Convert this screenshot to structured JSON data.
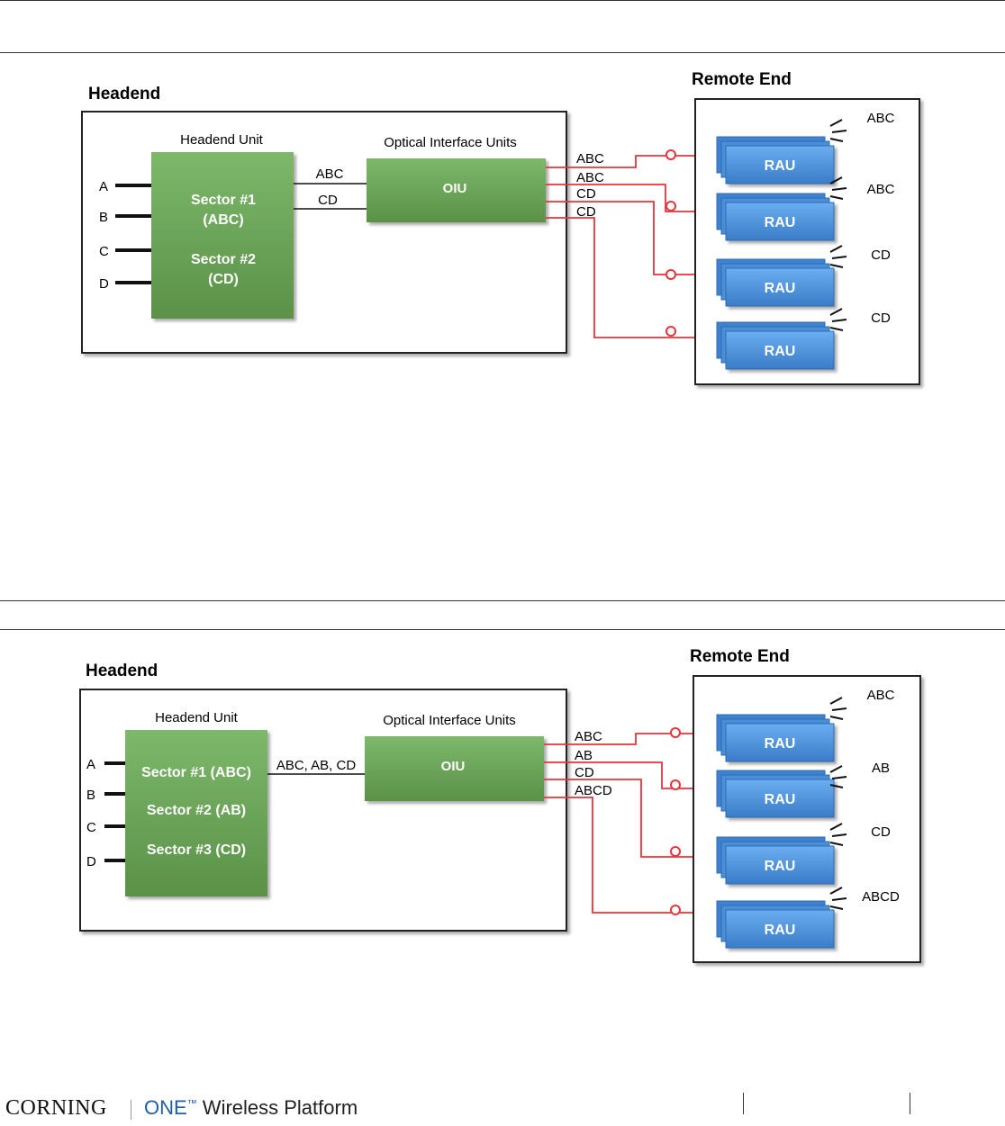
{
  "diagram1": {
    "headend_title": "Headend",
    "remote_title": "Remote End",
    "headend_unit_label": "Headend Unit",
    "oiu_group_label": "Optical Interface Units",
    "oiu_label": "OIU",
    "sectors": [
      "Sector #1",
      "(ABC)",
      "Sector #2",
      "(CD)"
    ],
    "inputs": [
      "A",
      "B",
      "C",
      "D"
    ],
    "links": [
      "ABC",
      "CD"
    ],
    "fiber_labels": [
      "ABC",
      "ABC",
      "CD",
      "CD"
    ],
    "rau_label": "RAU",
    "rau_bands": [
      "ABC",
      "ABC",
      "CD",
      "CD"
    ]
  },
  "diagram2": {
    "headend_title": "Headend",
    "remote_title": "Remote End",
    "headend_unit_label": "Headend Unit",
    "oiu_group_label": "Optical Interface Units",
    "oiu_label": "OIU",
    "sectors": [
      "Sector #1 (ABC)",
      "Sector #2 (AB)",
      "Sector #3 (CD)"
    ],
    "inputs": [
      "A",
      "B",
      "C",
      "D"
    ],
    "link": "ABC, AB, CD",
    "fiber_labels": [
      "ABC",
      "AB",
      "CD",
      "ABCD"
    ],
    "rau_label": "RAU",
    "rau_bands": [
      "ABC",
      "AB",
      "CD",
      "ABCD"
    ]
  },
  "footer": {
    "brand": "CORNING",
    "product_one": "ONE",
    "product_tm": "™",
    "product_rest": " Wireless Platform"
  },
  "colors": {
    "green": "#6aa35a",
    "blue": "#4a8ed8",
    "fiber": "#e8343a"
  }
}
